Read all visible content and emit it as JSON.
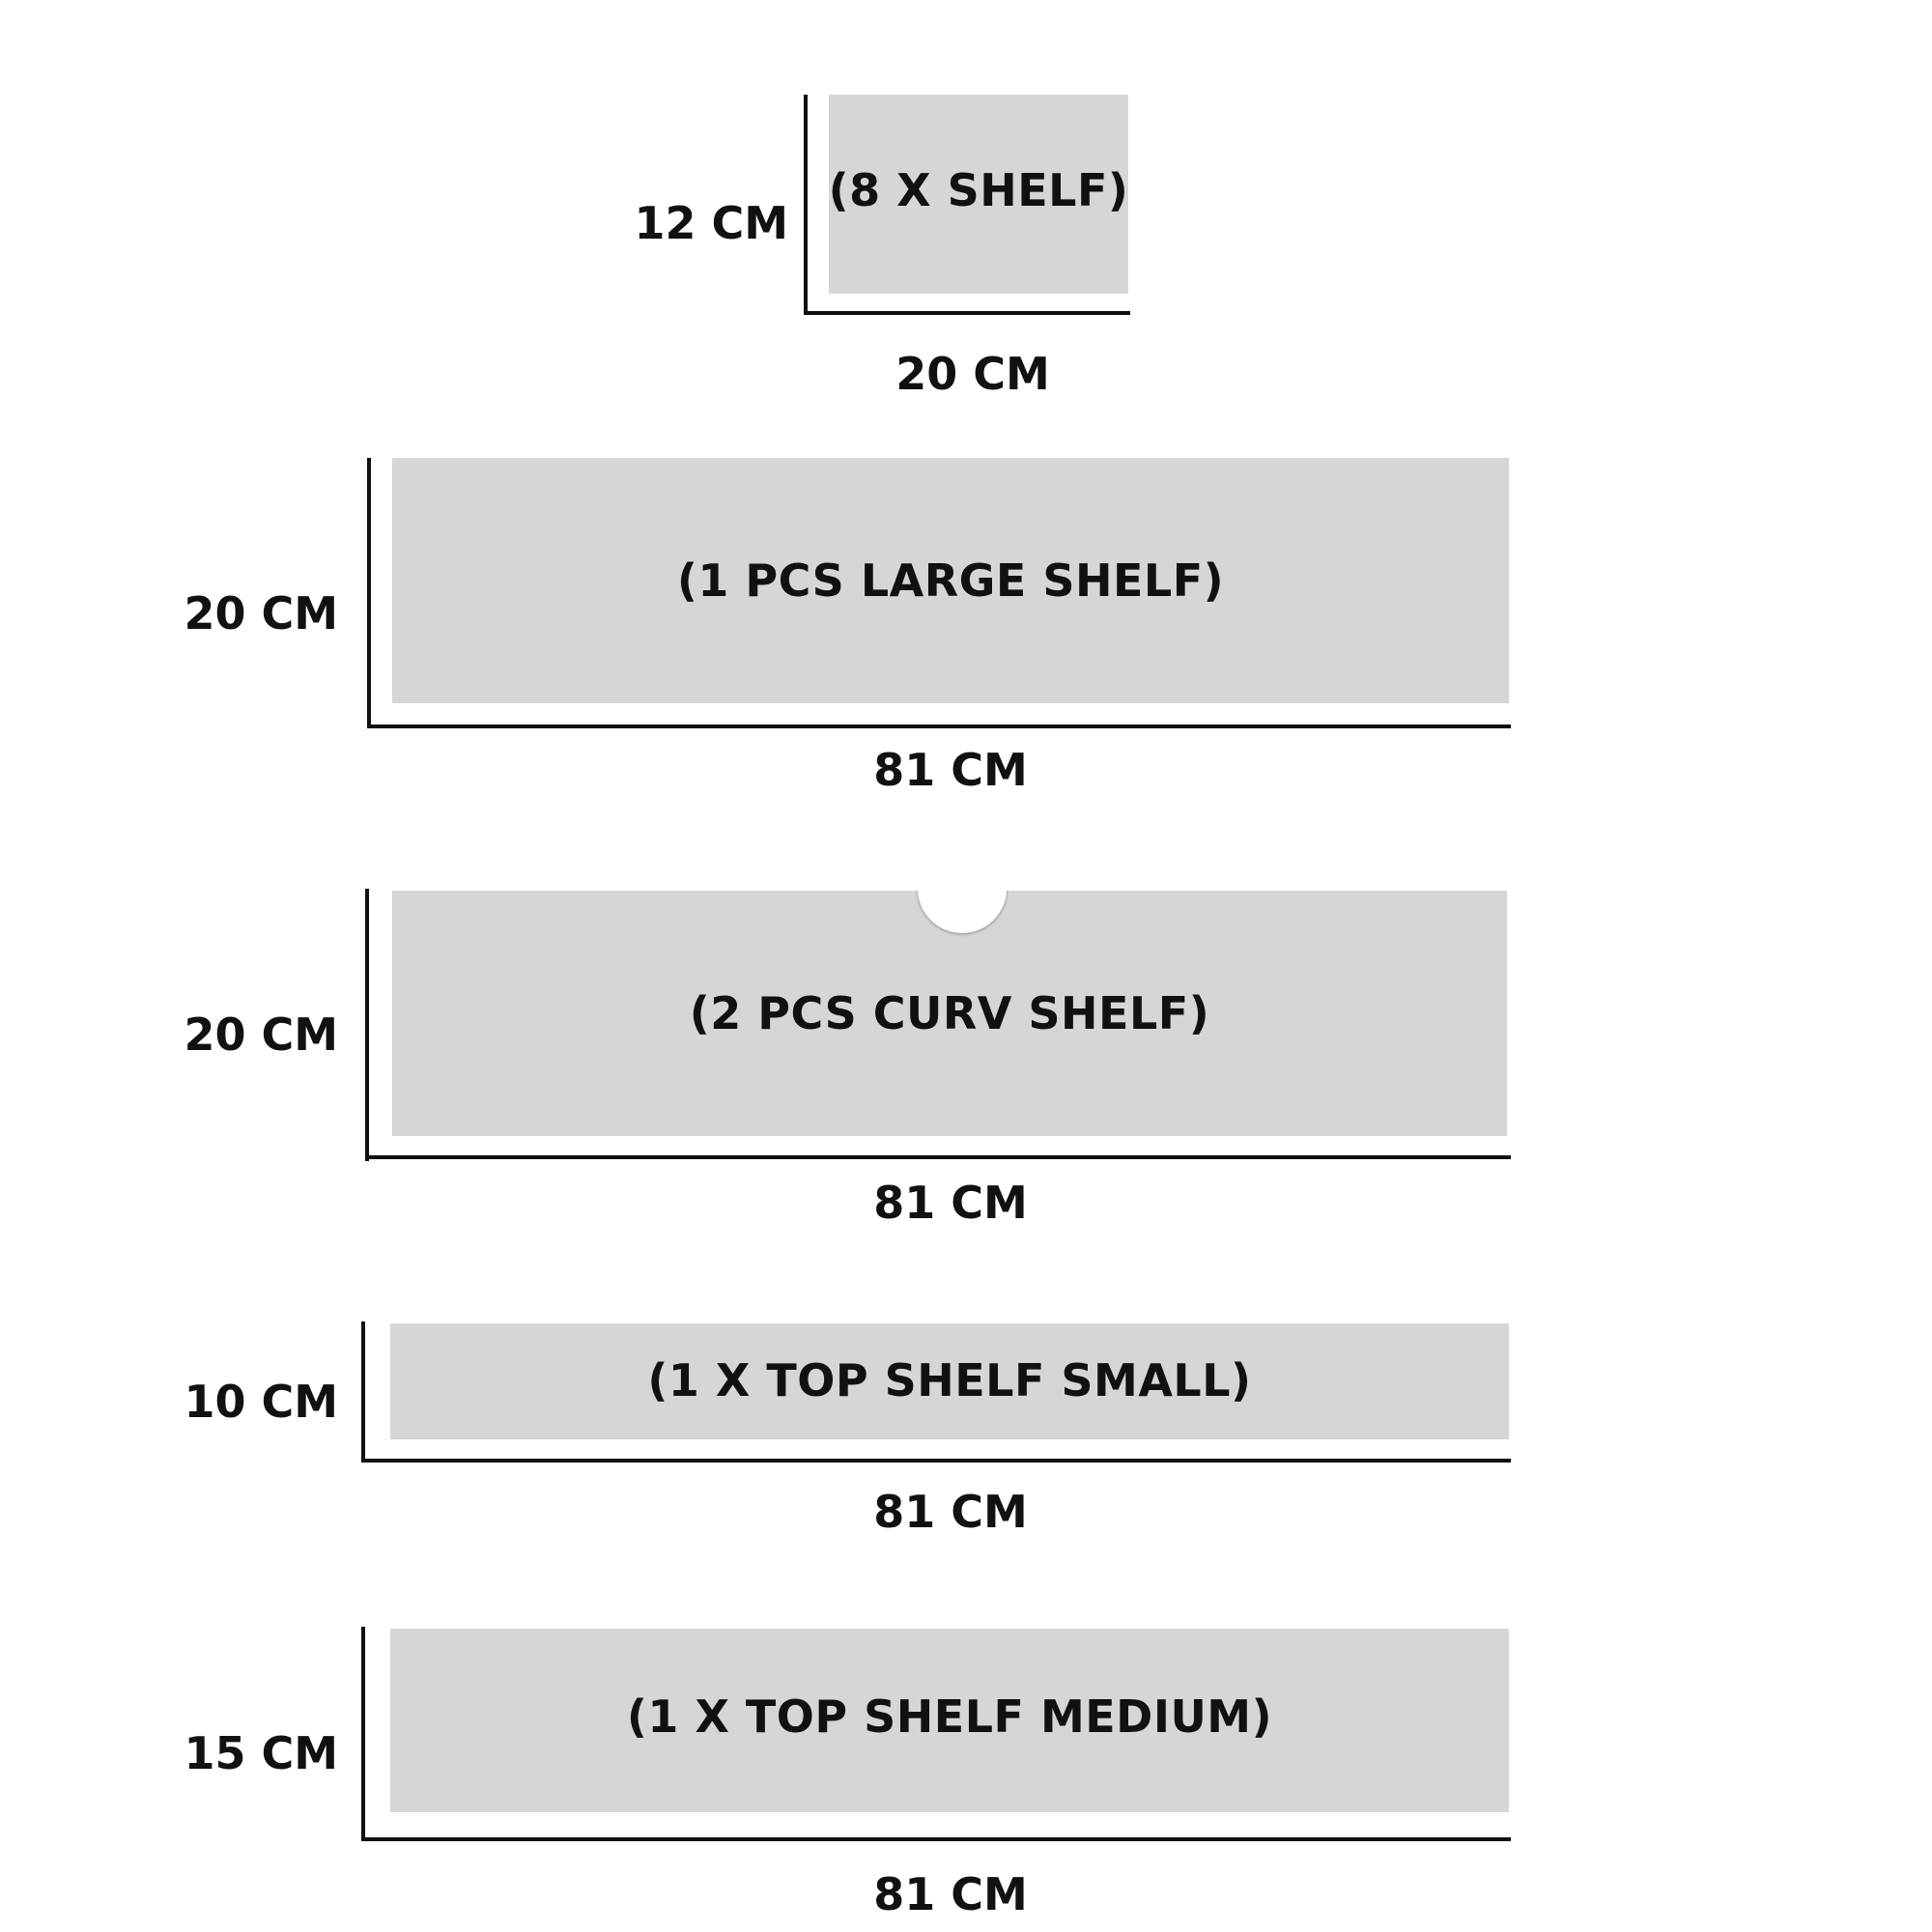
{
  "shelves": [
    {
      "label": "(8 X SHELF)",
      "height": "12 CM",
      "width": "20 CM"
    },
    {
      "label": "(1 PCS LARGE SHELF)",
      "height": "20 CM",
      "width": "81 CM"
    },
    {
      "label": "(2 PCS CURV SHELF)",
      "height": "20 CM",
      "width": "81 CM"
    },
    {
      "label": "(1 X TOP SHELF SMALL)",
      "height": "10 CM",
      "width": "81 CM"
    },
    {
      "label": "(1 X TOP SHELF MEDIUM)",
      "height": "15 CM",
      "width": "81 CM"
    }
  ],
  "colors": {
    "panel": "#d6d6d6",
    "line": "#111111",
    "text": "#111111",
    "background": "#ffffff"
  }
}
